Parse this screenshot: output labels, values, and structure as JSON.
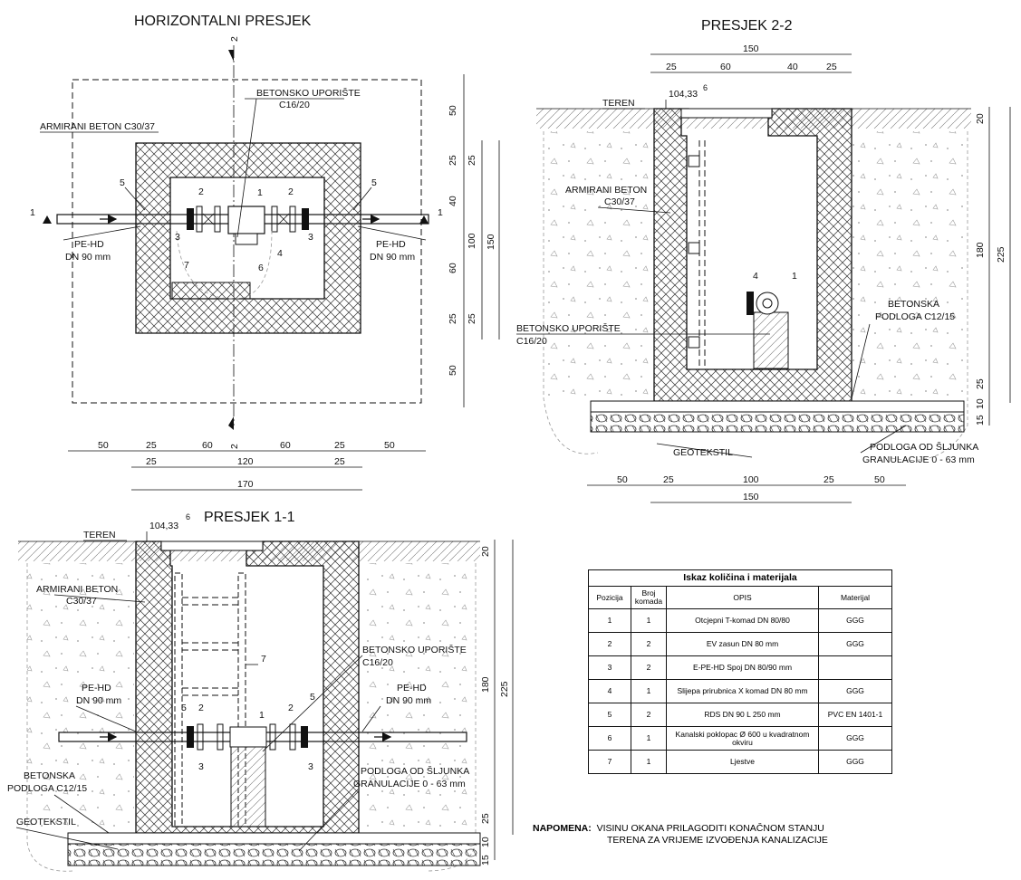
{
  "titles": {
    "horizontal": "HORIZONTALNI PRESJEK",
    "section22": "PRESJEK 2-2",
    "section11": "PRESJEK 1-1"
  },
  "labels": {
    "reinforced_concrete": "ARMIRANI BETON C30/37",
    "armirani_beton": "ARMIRANI BETON",
    "c3037": "C30/37",
    "concrete_support": "BETONSKO UPORIŠTE",
    "c1620": "C16/20",
    "pe_hd": "PE-HD",
    "dn90": "DN 90 mm",
    "teren": "TEREN",
    "level": "104,33",
    "concrete_base": "BETONSKA",
    "concrete_base2": "PODLOGA C12/15",
    "geotextile": "GEOTEKSTIL",
    "gravel1": "PODLOGA OD ŠLJUNKA",
    "gravel2": "GRANULACIJE 0 - 63 mm",
    "sec_1": "1",
    "sec_2": "2"
  },
  "positions": {
    "p1": "1",
    "p2": "2",
    "p3": "3",
    "p4": "4",
    "p5": "5",
    "p6": "6",
    "p7": "7"
  },
  "dims": {
    "d50": "50",
    "d25": "25",
    "d60": "60",
    "d120": "120",
    "d170": "170",
    "d40": "40",
    "d100": "100",
    "d150": "150",
    "d180": "180",
    "d225": "225",
    "d20": "20",
    "d15": "15",
    "d10": "10"
  },
  "table": {
    "caption": "Iskaz količina i materijala",
    "headers": [
      "Pozicija",
      "Broj komada",
      "OPIS",
      "Materijal"
    ],
    "rows": [
      [
        "1",
        "1",
        "Otcjepni T-komad DN 80/80",
        "GGG"
      ],
      [
        "2",
        "2",
        "EV zasun DN 80 mm",
        "GGG"
      ],
      [
        "3",
        "2",
        "E-PE-HD Spoj DN 80/90 mm",
        ""
      ],
      [
        "4",
        "1",
        "Slijepa prirubnica X komad DN 80 mm",
        "GGG"
      ],
      [
        "5",
        "2",
        "RDS DN 90 L 250 mm",
        "PVC EN 1401-1"
      ],
      [
        "6",
        "1",
        "Kanalski poklopac Ø 600 u kvadratnom okviru",
        "GGG"
      ],
      [
        "7",
        "1",
        "Ljestve",
        "GGG"
      ]
    ]
  },
  "note": {
    "label": "NAPOMENA:",
    "line1": "VISINU OKANA PRILAGODITI KONAČNOM STANJU",
    "line2": "TERENA ZA VRIJEME IZVOĐENJA KANALIZACIJE"
  }
}
